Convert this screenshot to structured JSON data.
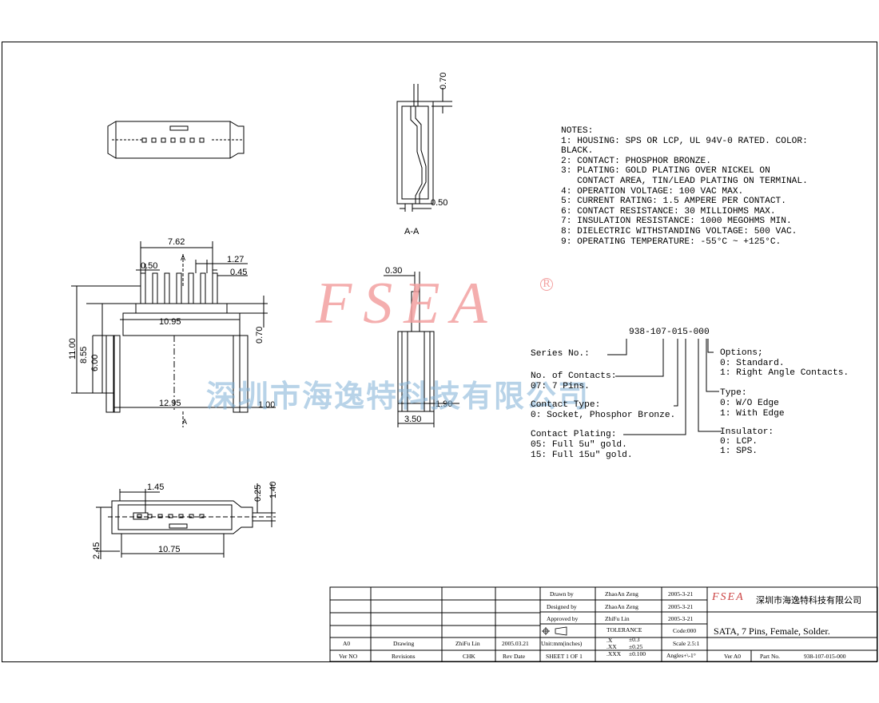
{
  "notes": [
    "NOTES:",
    "1: HOUSING: SPS OR LCP, UL 94V-0 RATED. COLOR:",
    "BLACK.",
    "2: CONTACT: PHOSPHOR BRONZE.",
    "3: PLATING: GOLD PLATING OVER NICKEL ON",
    "   CONTACT AREA, TIN/LEAD PLATING ON TERMINAL.",
    "4: OPERATION VOLTAGE: 100 VAC MAX.",
    "5: CURRENT RATING: 1.5 AMPERE PER CONTACT.",
    "6: CONTACT RESISTANCE: 30 MILLIOHMS MAX.",
    "7: INSULATION RESISTANCE: 1000 MEGOHMS MIN.",
    "8: DIELECTRIC WITHSTANDING VOLTAGE: 500 VAC.",
    "9: OPERATING TEMPERATURE: -55°C ~ +125°C."
  ],
  "dimensions": {
    "top_0_70": "0.70",
    "top_0_50": "0.50",
    "section_label": "A-A",
    "front_7_62": "7.62",
    "front_0_50": "0.50",
    "front_A_top": "A",
    "front_1_27": "1.27",
    "front_0_45": "0.45",
    "front_10_95": "10.95",
    "front_0_70": "0.70",
    "front_11_00": "11.00",
    "front_8_55": "8.55",
    "front_6_00": "6.00",
    "front_12_95": "12.95",
    "front_1_00": "1.00",
    "front_A_bottom": "A",
    "side_0_30": "0.30",
    "side_1_90": "1.90",
    "side_3_50": "3.50",
    "bottom_1_45": "1.45",
    "bottom_0_25": "0.25",
    "bottom_1_40": "1.40",
    "bottom_2_45": "2.45",
    "bottom_10_75": "10.75"
  },
  "part_numbering": {
    "code": "938-107-015-000",
    "series": "Series No.:",
    "contacts_title": "No. of Contacts:",
    "contacts_value": "07: 7 Pins.",
    "type_title": "Contact Type:",
    "type_value": "0: Socket, Phosphor Bronze.",
    "plating_title": "Contact Plating:",
    "plating_1": "05: Full 5u\" gold.",
    "plating_2": "15: Full 15u\" gold.",
    "options_title": "Options;",
    "options_1": "0: Standard.",
    "options_2": "1: Right Angle Contacts.",
    "edge_title": "Type:",
    "edge_1": "0: W/O Edge",
    "edge_2": "1: With Edge",
    "insulator_title": "Insulator:",
    "insulator_1": "0: LCP.",
    "insulator_2": "1: SPS."
  },
  "watermark": {
    "logo": "FSEA",
    "reg": "R",
    "company_cn": "深圳市海逸特科技有限公司"
  },
  "title_block": {
    "drawn_label": "Drawn  by",
    "drawn_name": "ZhaoAn Zeng",
    "drawn_date": "2005-3-21",
    "designed_label": "Designed  by",
    "designed_name": "ZhaoAn Zeng",
    "designed_date": "2005-3-21",
    "approved_label": "Approved  by",
    "approved_name": "ZhiFu Lin",
    "approved_date": "2005-3-21",
    "rev_ver": "A0",
    "rev_desc": "Drawing",
    "rev_chk": "ZhiFu Lin",
    "rev_date": "2005.03.21",
    "h_ver": "Ver NO",
    "h_rev": "Revisions",
    "h_chk": "CHK",
    "h_date": "Rev Date",
    "units": "Unit:mm(inches)",
    "sheet": "SHEET 1 OF 1",
    "tolerance": "TOLERANCE",
    "tol_x": ".X",
    "tol_x_v": "±0.3",
    "tol_xx": ".XX",
    "tol_xx_v": "±0.25",
    "tol_xxx": ".XXX",
    "tol_xxx_v": "±0.100",
    "code": "Code:000",
    "scale": "Scale  2.5:1",
    "angles": "Angles+\\-1°",
    "company_logo": "FSEA",
    "company_cn": "深圳市海逸特科技有限公司",
    "title": "SATA, 7 Pins, Female, Solder.",
    "ver_label": "Ver A0",
    "part_label": "Part No.",
    "part_no": "938-107-015-000"
  }
}
